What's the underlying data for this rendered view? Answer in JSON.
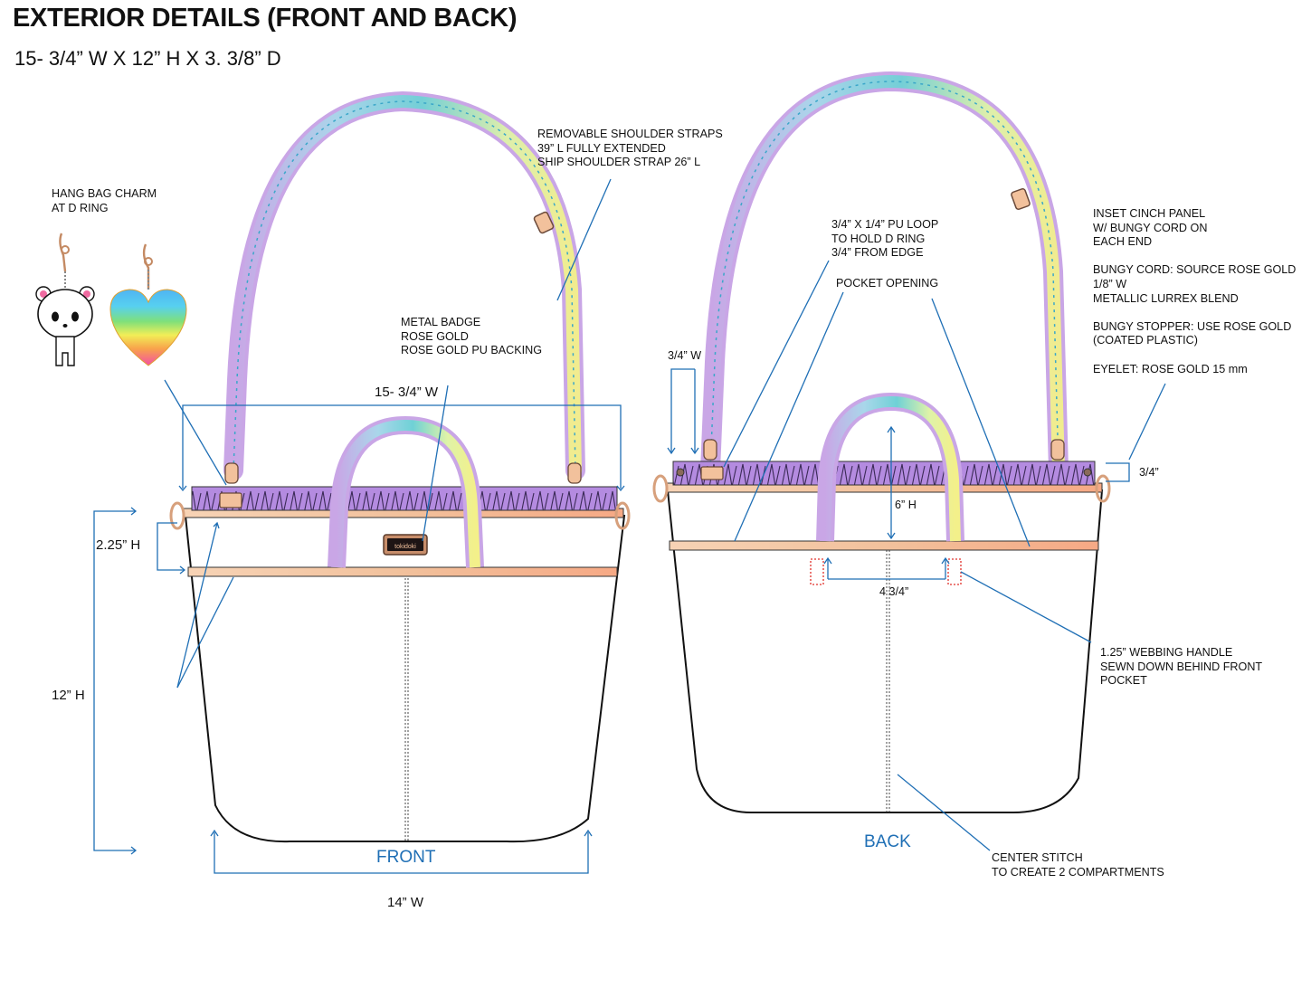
{
  "header": {
    "title": "EXTERIOR DETAILS (FRONT AND BACK)",
    "dimensions": "15- 3/4” W X 12” H X 3. 3/8” D"
  },
  "front": {
    "label": "FRONT",
    "dim_width_top": "15- 3/4” W",
    "dim_width_bottom": "14” W",
    "dim_height": "12” H",
    "dim_band": "2.25” H",
    "badge_text": "tokidoki",
    "notes": {
      "charm": [
        "HANG BAG CHARM",
        "AT D RING"
      ],
      "straps": [
        "REMOVABLE SHOULDER STRAPS",
        "39” L FULLY EXTENDED",
        "SHIP SHOULDER STRAP 26” L"
      ],
      "badge": [
        "METAL BADGE",
        "ROSE GOLD",
        "ROSE GOLD PU BACKING"
      ]
    }
  },
  "back": {
    "label": "BACK",
    "dim_loop": "3/4” W",
    "dim_eyelet": "3/4”",
    "dim_handle": "6” H",
    "dim_webbing_gap": "4 3/4”",
    "notes": {
      "pu_loop": [
        "3/4” X 1/4” PU LOOP",
        "TO HOLD D RING",
        "3/4” FROM EDGE"
      ],
      "pocket": [
        "POCKET OPENING"
      ],
      "cinch": [
        "INSET CINCH PANEL",
        "W/ BUNGY CORD ON",
        "EACH END",
        "",
        "BUNGY CORD: SOURCE ROSE GOLD",
        "1/8” W",
        "METALLIC LURREX BLEND",
        "",
        "BUNGY STOPPER: USE ROSE GOLD",
        "(COATED PLASTIC)",
        "",
        "EYELET: ROSE GOLD 15 mm"
      ],
      "webbing": [
        "1.25” WEBBING HANDLE",
        "SEWN DOWN BEHIND FRONT",
        "POCKET"
      ],
      "center": [
        "CENTER STITCH",
        "TO CREATE 2 COMPARTMENTS"
      ]
    }
  },
  "colors": {
    "callout": "#1f6fb5",
    "label_blue": "#1f6fb5",
    "cinch_purple": "#b48be0",
    "rose_gold": "#f2c19c",
    "strap_purple": "#c9a6e6",
    "strap_teal": "#6fd1d6",
    "strap_yellow": "#f3f08a",
    "webbing_red": "#e0302a"
  },
  "icons": [
    "bear-charm-icon",
    "heart-charm-icon",
    "d-ring-icon",
    "strap-buckle-icon",
    "metal-badge-icon"
  ]
}
